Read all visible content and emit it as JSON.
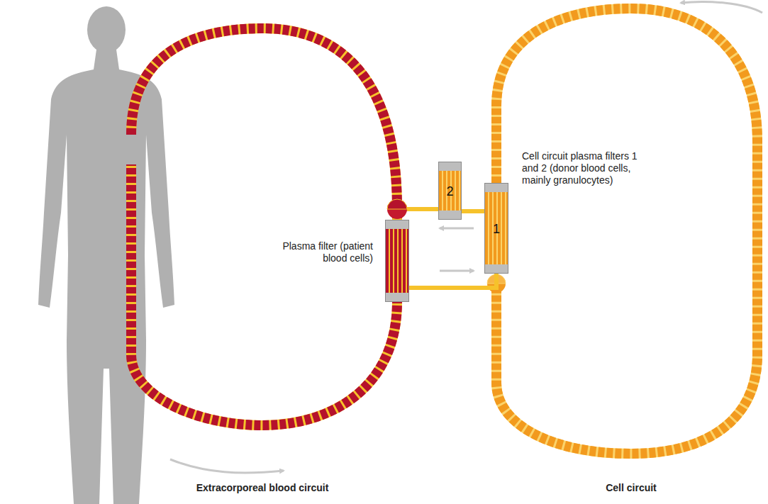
{
  "diagram": {
    "nodes": [
      {
        "text": [
          "Plasma filter (patient blood cells)"
        ]
      },
      {
        "text": [
          "2"
        ]
      },
      {
        "text": [
          "1"
        ]
      }
    ],
    "edges": [
      {
        "from": 0,
        "to": 2,
        "arrow": "none"
      },
      {
        "from": 2,
        "to": 1,
        "arrow": "none"
      }
    ],
    "labels": [
      "Cell circuit plasma filters 1 and 2 (donor blood cells, mainly granulocytes)",
      "Extracorporeal blood circuit",
      "Cell circuit"
    ]
  }
}
